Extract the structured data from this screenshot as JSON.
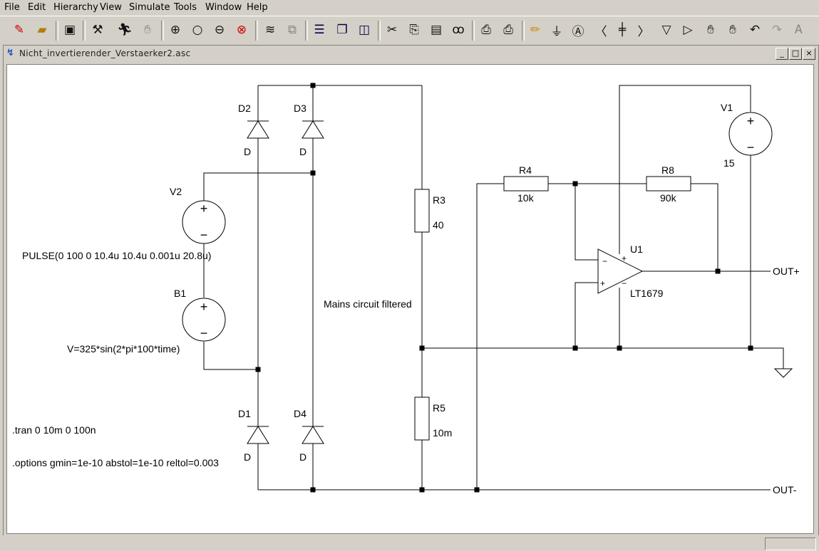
{
  "menu": [
    "File",
    "Edit",
    "Hierarchy",
    "View",
    "Simulate",
    "Tools",
    "Window",
    "Help"
  ],
  "toolbar_icons": [
    "new-schematic-icon",
    "open-folder-icon",
    "save-icon",
    "control-panel-hammer-icon",
    "run-icon",
    "halt-hand-icon",
    "zoom-in-icon",
    "zoom-pan-icon",
    "zoom-out-icon",
    "zoom-cancel-icon",
    "waveform-autorange-icon",
    "fit-icon",
    "tile-horizontal-icon",
    "cascade-icon",
    "tile-vertical-icon",
    "cut-scissors-icon",
    "copy-icon",
    "paste-icon",
    "find-binoculars-icon",
    "print-setup-icon",
    "print-icon",
    "draw-wire-pencil-icon",
    "ground-icon",
    "label-net-icon",
    "resistor-icon",
    "capacitor-icon",
    "inductor-icon",
    "diode-icon",
    "component-icon",
    "move-hand-icon",
    "drag-hand-icon",
    "undo-icon",
    "redo-icon",
    "text-icon"
  ],
  "document": {
    "title": "Nicht_invertierender_Verstaerker2.asc",
    "minimize": "_",
    "maximize": "□",
    "close": "×"
  },
  "schematic": {
    "components": {
      "d2": {
        "ref": "D2",
        "value": "D"
      },
      "d3": {
        "ref": "D3",
        "value": "D"
      },
      "d1": {
        "ref": "D1",
        "value": "D"
      },
      "d4": {
        "ref": "D4",
        "value": "D"
      },
      "v2": {
        "ref": "V2",
        "value": "PULSE(0 100 0 10.4u 10.4u 0.001u 20.8u)"
      },
      "b1": {
        "ref": "B1",
        "value": "V=325*sin(2*pi*100*time)"
      },
      "r3": {
        "ref": "R3",
        "value": "40"
      },
      "r5": {
        "ref": "R5",
        "value": "10m"
      },
      "r4": {
        "ref": "R4",
        "value": "10k"
      },
      "r8": {
        "ref": "R8",
        "value": "90k"
      },
      "v1": {
        "ref": "V1",
        "value": "15"
      },
      "u1": {
        "ref": "U1",
        "value": "LT1679"
      }
    },
    "comment": "Mains circuit filtered",
    "net_labels": {
      "out_plus": "OUT+",
      "out_minus": "OUT-"
    },
    "directives": [
      ".tran 0 10m 0 100n",
      ".options gmin=1e-10 abstol=1e-10 reltol=0.003"
    ],
    "pin_signs": {
      "plus": "+",
      "minus": "−"
    }
  }
}
